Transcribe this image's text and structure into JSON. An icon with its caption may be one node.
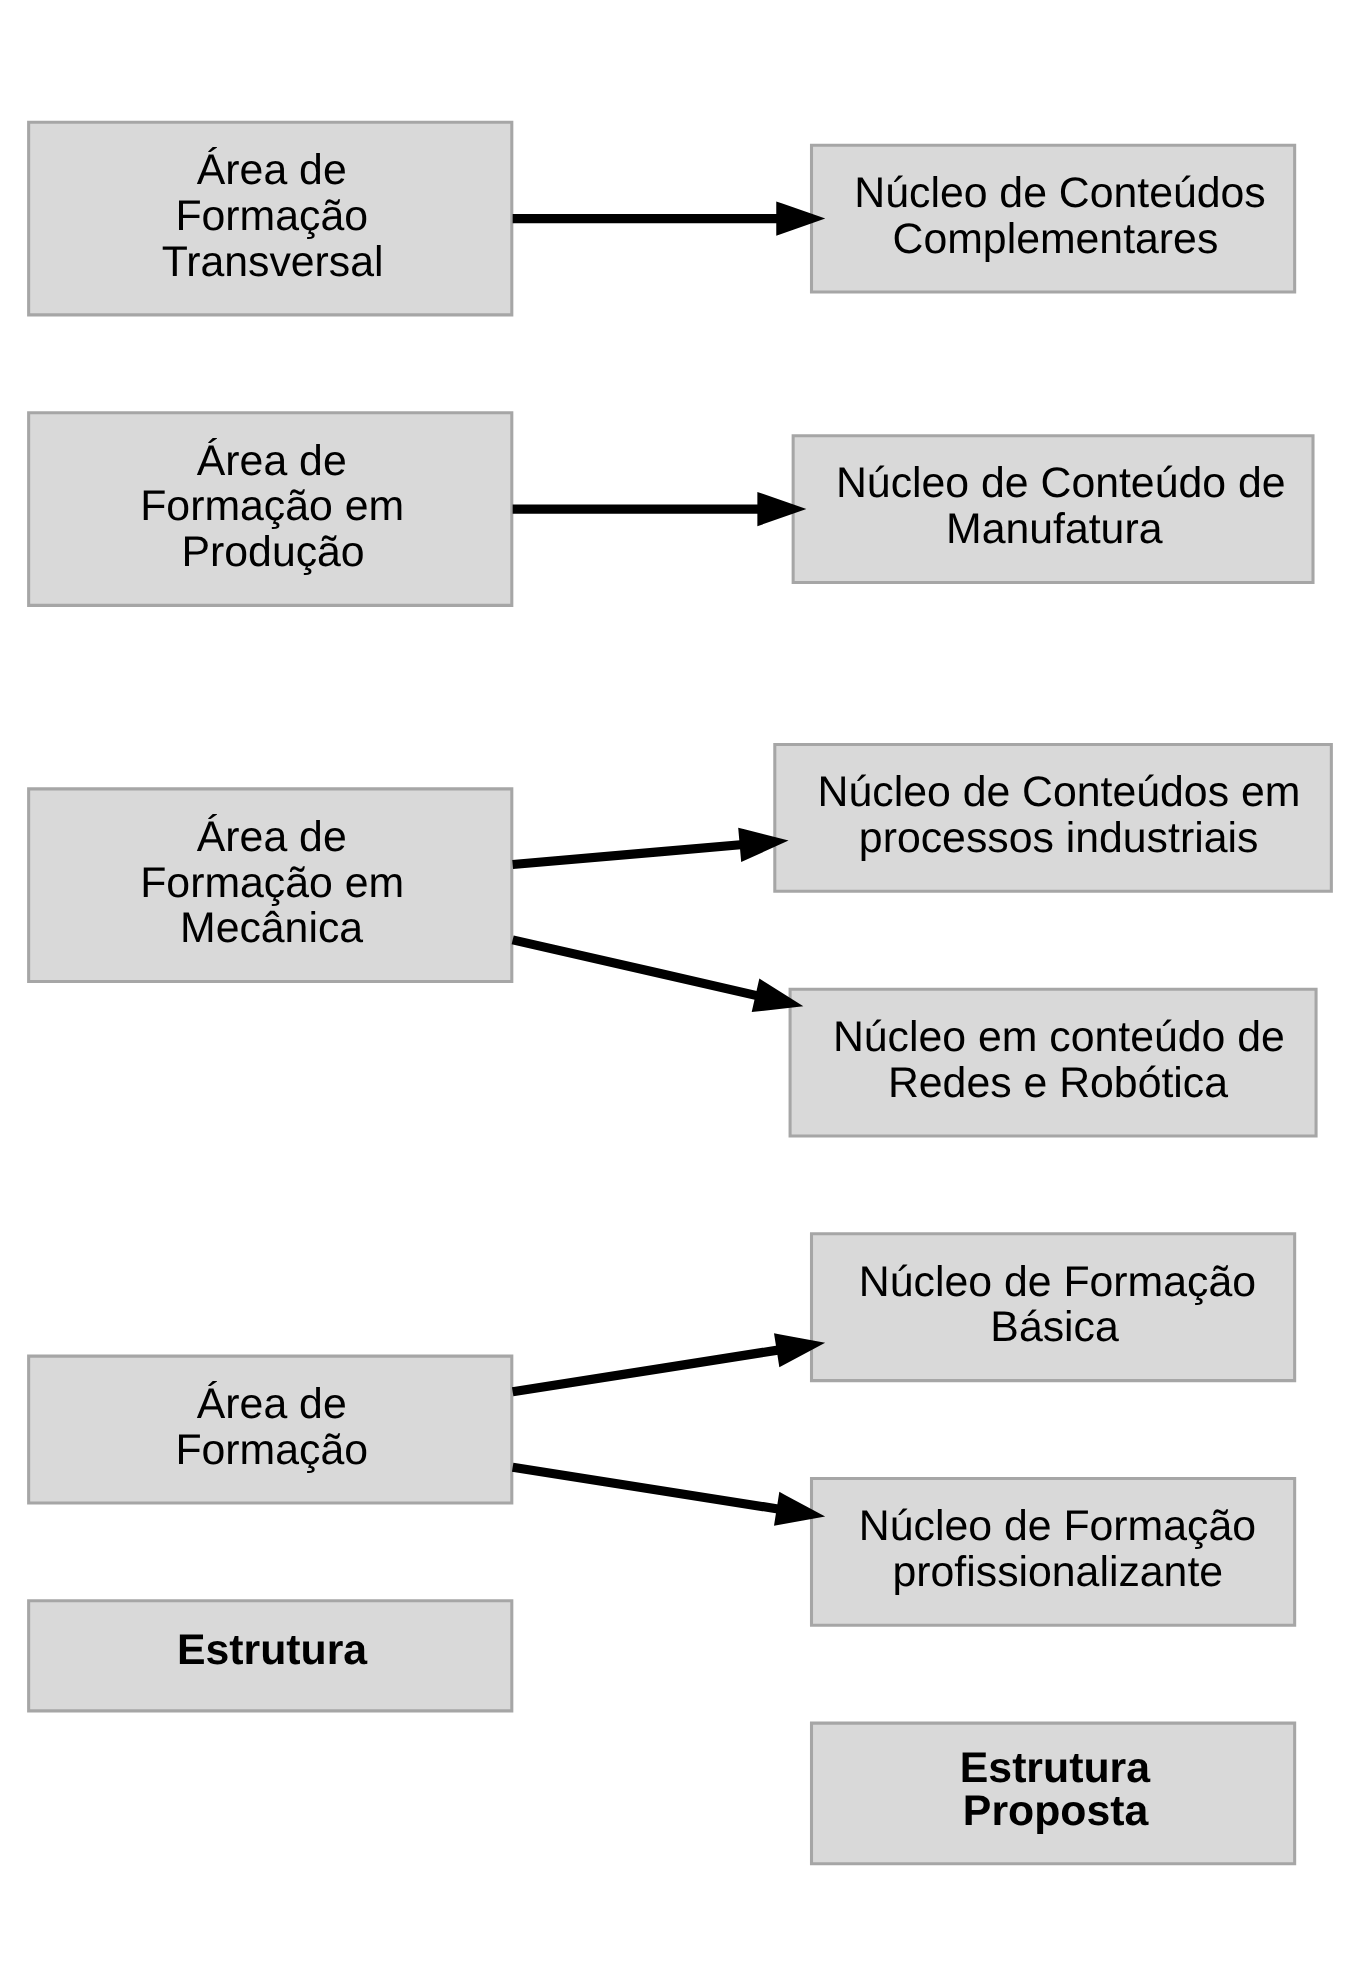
{
  "diagram": {
    "nodes": [
      {
        "text": [
          "Estrutura"
        ]
      },
      {
        "text": [
          "Estrutura Proposta"
        ]
      },
      {
        "text": [
          "Área de Formação"
        ]
      },
      {
        "text": [
          "Núcleo de Formação Básica"
        ]
      },
      {
        "text": [
          "Núcleo de Formação profissionalizante"
        ]
      },
      {
        "text": [
          "Área de Formação em Mecânica"
        ]
      },
      {
        "text": [
          "Núcleo de Conteúdos em processos industriais"
        ]
      },
      {
        "text": [
          "Núcleo em conteúdo de Redes e Robótica"
        ]
      },
      {
        "text": [
          "Área de Formação em Produção"
        ]
      },
      {
        "text": [
          "Núcleo de Conteúdo de Manufatura"
        ]
      },
      {
        "text": [
          "Área de Formação Transversal"
        ]
      },
      {
        "text": [
          "Núcleo de Conteúdos Complementares"
        ]
      }
    ],
    "edges": [
      {
        "from": 2,
        "to": 3,
        "arrow": "to"
      },
      {
        "from": 2,
        "to": 4,
        "arrow": "to"
      },
      {
        "from": 5,
        "to": 6,
        "arrow": "to"
      },
      {
        "from": 5,
        "to": 7,
        "arrow": "to"
      },
      {
        "from": 8,
        "to": 9,
        "arrow": "to"
      },
      {
        "from": 10,
        "to": 11,
        "arrow": "to"
      }
    ]
  }
}
